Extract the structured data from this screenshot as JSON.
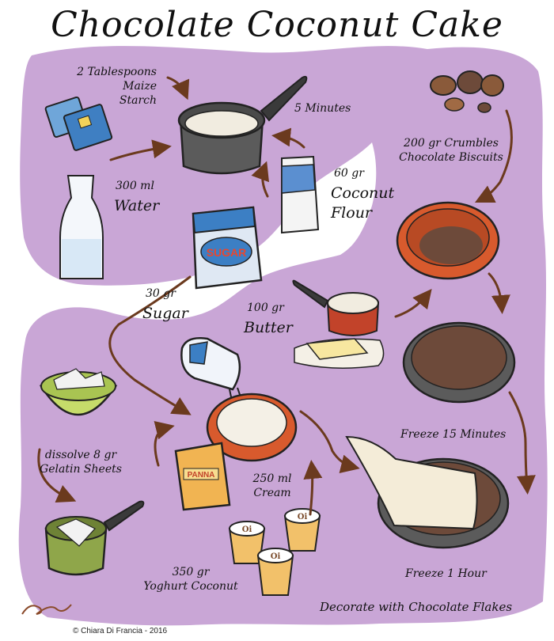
{
  "title": "Chocolate Coconut Cake",
  "colors": {
    "background_blob": "#c9a6d6",
    "pot": "#5b5b5b",
    "pot_inside": "#f1ece0",
    "arrow": "#6b3a1e",
    "bowl_orange": "#d85a2d",
    "cake_brown": "#6d4a3a",
    "green_bowl": "#c6dc6a",
    "sugar_blue": "#3c7fc4",
    "panna_orange": "#f1b452"
  },
  "labels": {
    "maize": "2 Tablespoons\nMaize\nStarch",
    "five_minutes": "5 Minutes",
    "water_qty": "300 ml",
    "water": "Water",
    "coconut_qty": "60 gr",
    "coconut_flour": "Coconut\nFlour",
    "sugar_qty": "30 gr",
    "sugar": "Sugar",
    "biscuits": "200 gr Crumbles\nChocolate Biscuits",
    "butter_qty": "100 gr",
    "butter": "Butter",
    "freeze_15": "Freeze 15 Minutes",
    "gelatin": "dissolve 8 gr\nGelatin Sheets",
    "cream": "250 ml\nCream",
    "yoghurt": "350 gr\nYoghurt Coconut",
    "freeze_1h": "Freeze 1 Hour",
    "decorate": "Decorate with Chocolate Flakes"
  },
  "package_text": {
    "sugar_bag": "SUGAR",
    "panna_box": "PANNA",
    "yoghurt_cup": "Oi"
  },
  "copyright": "© Chiara Di Francia - 2016"
}
